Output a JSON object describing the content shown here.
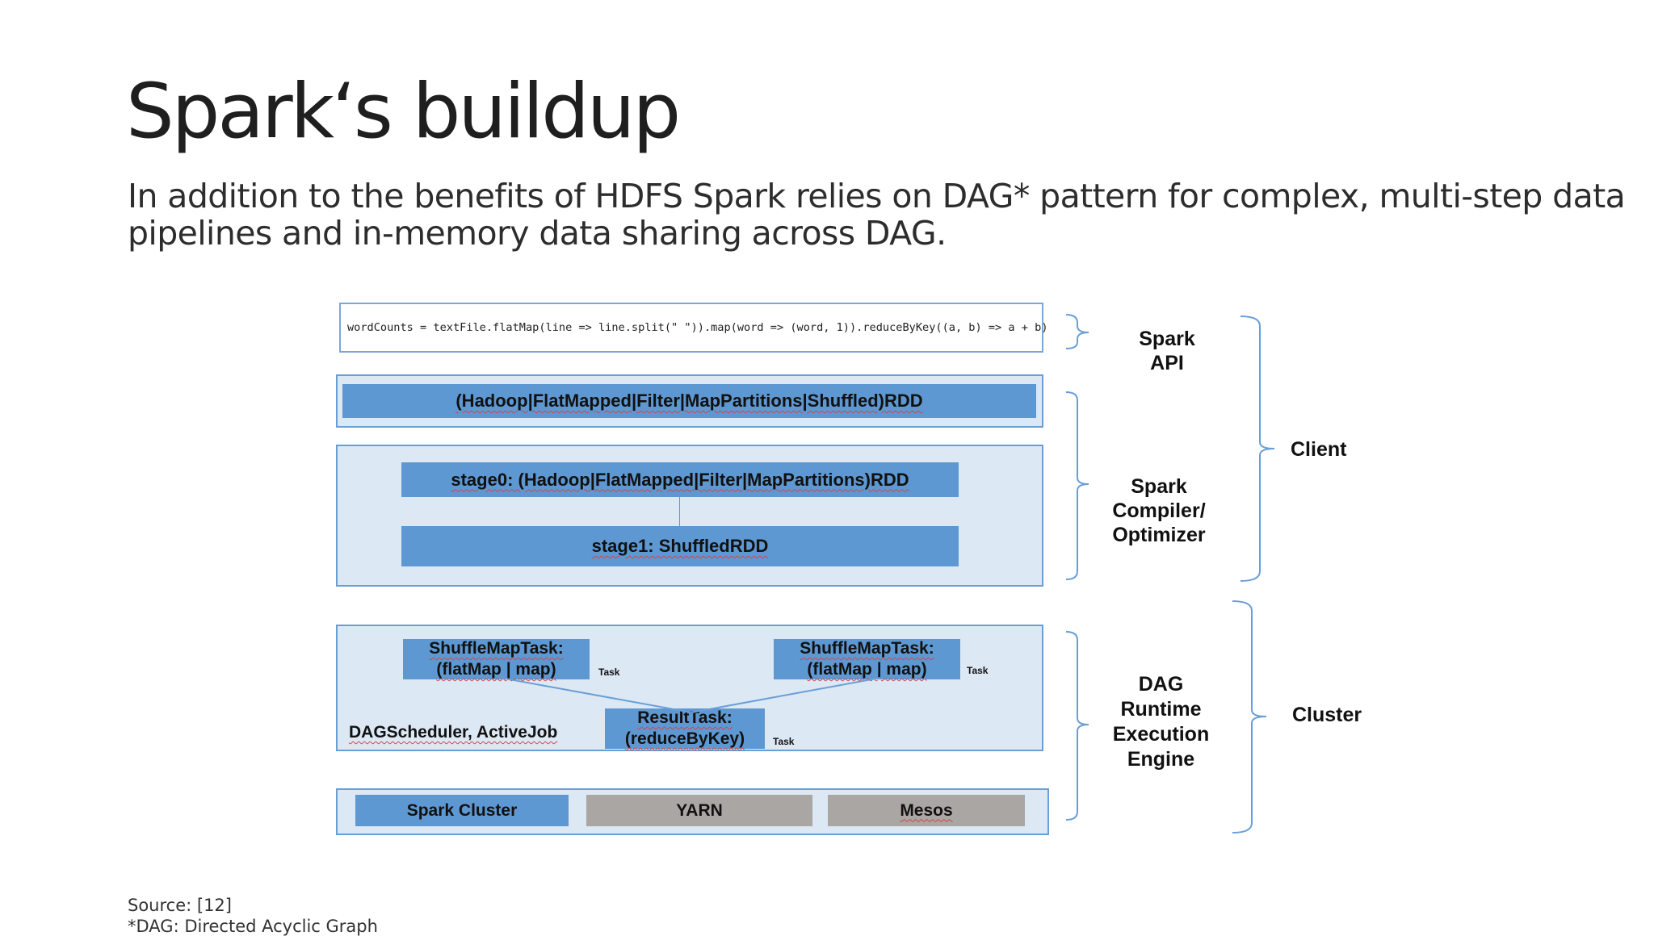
{
  "slide": {
    "title": "Spark‘s buildup",
    "subtitle": "In addition to the benefits of HDFS Spark  relies on DAG* pattern for complex, multi-step data pipelines and in-memory data sharing across DAG.",
    "source": "Source: [12]",
    "footnote": "*DAG: Directed Acyclic Graph"
  },
  "diagram": {
    "code": "wordCounts = textFile.flatMap(line => line.split(\" \")).map(word => (word, 1)).reduceByKey((a, b) => a + b)",
    "rdd_bar": "(Hadoop|FlatMapped|Filter|MapPartitions|Shuffled)RDD",
    "stage0": "stage0: (Hadoop|FlatMapped|Filter|MapPartitions)RDD",
    "stage1": "stage1: ShuffledRDD",
    "shuffle_task_1": {
      "line1": "ShuffleMapTask:",
      "line2": "(flatMap | map)"
    },
    "shuffle_task_2": {
      "line1": "ShuffleMapTask:",
      "line2": "(flatMap | map)"
    },
    "result_task": {
      "line1": "ResultTask:",
      "line2": "(reduceByKey)"
    },
    "task_tag": "Task",
    "scheduler_label": "DAGScheduler, ActiveJob",
    "cluster_managers": [
      "Spark Cluster",
      "YARN",
      "Mesos"
    ],
    "layer_labels": {
      "spark_api": [
        "Spark",
        "API"
      ],
      "compiler": [
        "Spark",
        "Compiler/",
        "Optimizer"
      ],
      "runtime": [
        "DAG",
        "Runtime",
        "Execution",
        "Engine"
      ]
    },
    "group_labels": {
      "client": "Client",
      "cluster": "Cluster"
    },
    "colors": {
      "bar_blue": "#5e98d2",
      "panel_fill": "#dde8f5",
      "panel_border": "#6a9fd6",
      "bar_gray": "#aaa6a4",
      "brace": "#6a9fd6"
    }
  }
}
